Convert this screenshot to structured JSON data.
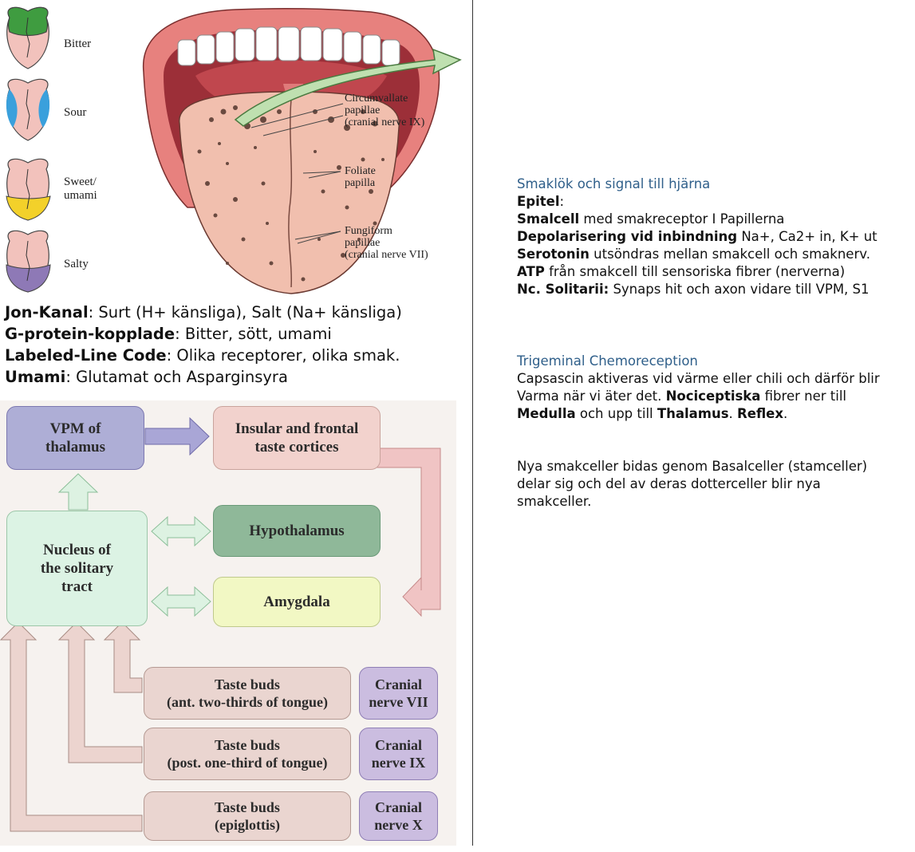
{
  "tongue_map": {
    "labels": [
      "Bitter",
      "Sour",
      "Sweet/\numami",
      "Salty"
    ]
  },
  "tongue_diagram": {
    "callouts": [
      {
        "line1": "Circumvallate",
        "line2": "papillae",
        "line3": "(cranial nerve IX)"
      },
      {
        "line1": "Foliate",
        "line2": "papilla",
        "line3": ""
      },
      {
        "line1": "Fungiform",
        "line2": "papillae",
        "line3": "(cranial nerve VII)"
      }
    ]
  },
  "summary": [
    {
      "bold": "Jon-Kanal",
      "text": ": Surt (H+ känsliga), Salt (Na+ känsliga)"
    },
    {
      "bold": "G-protein-kopplade",
      "text": ": Bitter, sött, umami"
    },
    {
      "bold": "Labeled-Line Code",
      "text": ": Olika receptorer, olika smak."
    },
    {
      "bold": "Umami",
      "text": ": Glutamat och Asparginsyra"
    }
  ],
  "pathway": {
    "vpm": "VPM of\nthalamus",
    "insular": "Insular and frontal\ntaste cortices",
    "hypothalamus": "Hypothalamus",
    "nucleus": "Nucleus of\nthe solitary\ntract",
    "amygdala": "Amygdala",
    "taste1": "Taste buds\n(ant. two-thirds of tongue)",
    "taste2": "Taste buds\n(post. one-third of tongue)",
    "taste3": "Taste buds\n(epiglottis)",
    "nerve7": "Cranial\nnerve VII",
    "nerve9": "Cranial\nnerve IX",
    "nerve10": "Cranial\nnerve X"
  },
  "notes": {
    "section1_heading": "Smaklök och signal  till hjärna",
    "epitel_bold": "Epitel",
    "epitel_rest": ":",
    "line1_bold": "Smalcell",
    "line1_rest": " med smakreceptor I Papillerna",
    "line2_bold": "Depolarisering vid inbindning",
    "line2_rest": " Na+, Ca2+ in, K+ ut",
    "line3_bold": "Serotonin",
    "line3_rest": " utsöndras mellan smakcell och smaknerv.",
    "line4_bold": "ATP",
    "line4_rest": " från smakcell till sensoriska fibrer (nerverna)",
    "line5_bold": "Nc. Solitarii:",
    "line5_rest": " Synaps hit och axon vidare till VPM, S1",
    "section2_heading": "Trigeminal Chemoreception",
    "tri_line1": "Capsascin aktiveras vid värme eller chili och därför blir",
    "tri_line2_a": "Varma när vi äter det. ",
    "tri_line2_bold": "Nociceptiska",
    "tri_line2_b": " fibrer ner till",
    "tri_line3_bold1": "Medulla",
    "tri_line3_a": " och upp till ",
    "tri_line3_bold2": "Thalamus",
    "tri_line3_b": ". ",
    "tri_line3_bold3": "Reflex",
    "tri_line3_c": ".",
    "para3_line1": "Nya smakceller bidas genom Basalceller (stamceller)",
    "para3_line2": "delar sig och del av deras dotterceller blir nya",
    "para3_line3": "smakceller."
  }
}
